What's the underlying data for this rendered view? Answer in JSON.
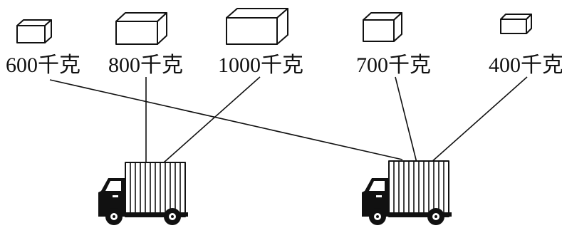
{
  "boxes": [
    {
      "weight": "600千克"
    },
    {
      "weight": "800千克"
    },
    {
      "weight": "1000千克"
    },
    {
      "weight": "700千克"
    },
    {
      "weight": "400千克"
    }
  ],
  "trucks": [
    {
      "connected_weights": [
        "800千克",
        "1000千克"
      ]
    },
    {
      "connected_weights": [
        "600千克",
        "700千克",
        "400千克"
      ]
    }
  ],
  "colors": {
    "ink": "#111111",
    "background": "#ffffff"
  }
}
